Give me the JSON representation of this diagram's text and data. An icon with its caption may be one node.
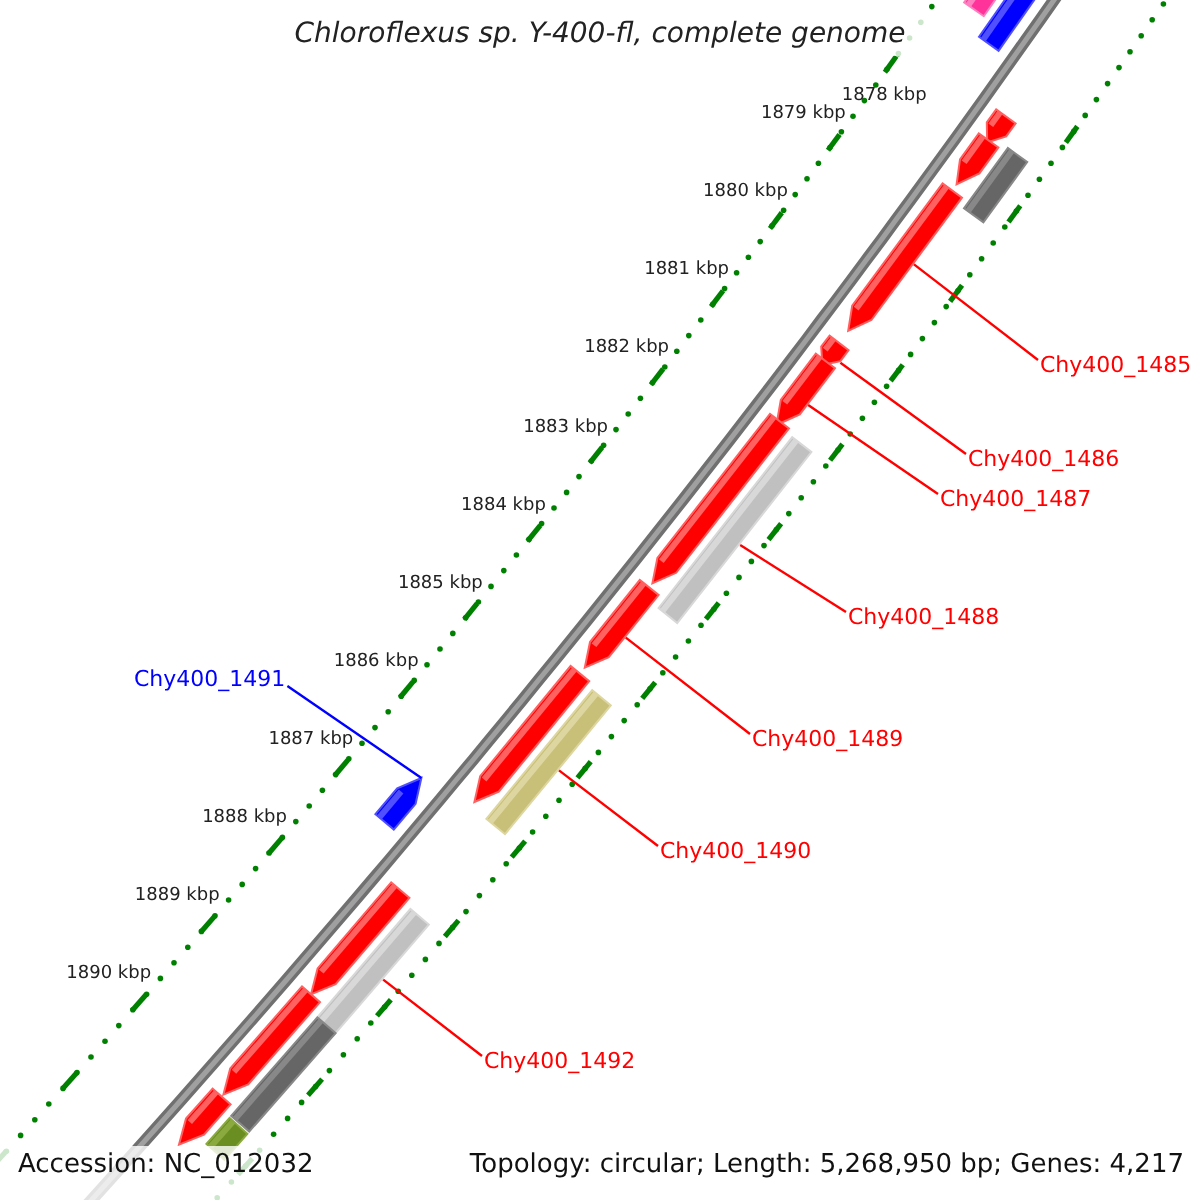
{
  "diagram": {
    "title": "Chloroflexus sp. Y-400-fl, complete genome",
    "nodes": [
      {
        "text": [
          "Chy400_1485"
        ]
      },
      {
        "text": [],
        "shape": "arrow"
      },
      {
        "text": [
          "Chy400_1486"
        ]
      },
      {
        "text": [],
        "shape": "arrow"
      },
      {
        "text": [
          "Chy400_1487"
        ]
      },
      {
        "text": [],
        "shape": "arrow"
      },
      {
        "text": [
          "Chy400_1488"
        ]
      },
      {
        "text": [],
        "shape": "bar"
      },
      {
        "text": [
          "Chy400_1491"
        ]
      },
      {
        "text": [],
        "shape": "arrow"
      },
      {
        "text": [
          "Chy400_1489"
        ]
      },
      {
        "text": [],
        "shape": "arrow"
      },
      {
        "text": [
          "Chy400_1490"
        ]
      },
      {
        "text": [],
        "shape": "bar"
      },
      {
        "text": [
          "Chy400_1492"
        ]
      },
      {
        "text": [],
        "shape": "bar"
      },
      {
        "text": [],
        "shape": "arrow"
      },
      {
        "text": [],
        "shape": "arrow"
      },
      {
        "text": [],
        "shape": "arrow"
      },
      {
        "text": [],
        "shape": "arrow"
      },
      {
        "text": [],
        "shape": "arrow"
      },
      {
        "text": [],
        "shape": "arrow"
      },
      {
        "text": [],
        "shape": "arrow"
      },
      {
        "text": [],
        "shape": "bar"
      },
      {
        "text": [],
        "shape": "bar"
      },
      {
        "text": [],
        "shape": "bar"
      },
      {
        "text": [],
        "shape": "arrow"
      },
      {
        "text": [],
        "shape": "arrow"
      }
    ],
    "edges": [
      {
        "from": 0,
        "to": 1,
        "arrow": "none"
      },
      {
        "from": 2,
        "to": 3,
        "arrow": "none"
      },
      {
        "from": 4,
        "to": 5,
        "arrow": "none"
      },
      {
        "from": 6,
        "to": 7,
        "arrow": "none"
      },
      {
        "from": 8,
        "to": 9,
        "arrow": "none",
        "color": "#0000ff"
      },
      {
        "from": 10,
        "to": 11,
        "arrow": "none"
      },
      {
        "from": 12,
        "to": 13,
        "arrow": "none"
      },
      {
        "from": 14,
        "to": 15,
        "arrow": "none"
      }
    ],
    "labels": [
      "1878 kbp",
      "1879 kbp",
      "1880 kbp",
      "1881 kbp",
      "1882 kbp",
      "1883 kbp",
      "1884 kbp",
      "1885 kbp",
      "1886 kbp",
      "1887 kbp",
      "1888 kbp",
      "1889 kbp",
      "1890 kbp",
      "Accession: NC_012032",
      "Topology: circular; Length: 5,268,950 bp; Genes: 4,217"
    ]
  }
}
